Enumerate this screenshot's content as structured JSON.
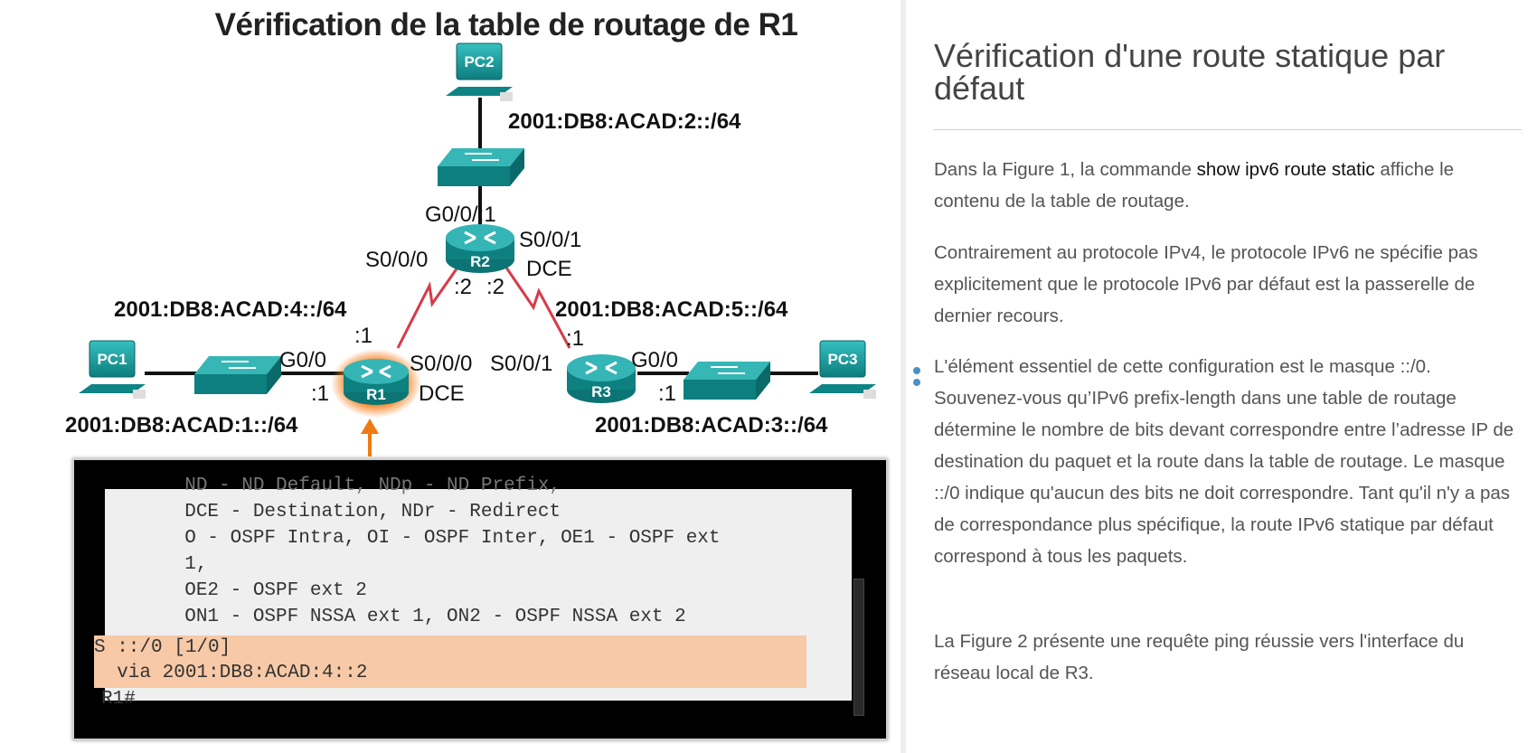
{
  "figure": {
    "title": "Vérification de la table de routage de R1",
    "devices": {
      "pc1": "PC1",
      "pc2": "PC2",
      "pc3": "PC3",
      "r1": "R1",
      "r2": "R2",
      "r3": "R3"
    },
    "labels": {
      "net_pc2": "2001:DB8:ACAD:2::/64",
      "r2_g0": "G0/0/:1",
      "r2_s001": "S0/0/1",
      "r2_dce": "DCE",
      "r2_s000": "S0/0/0",
      "r2_left_addr": ":2",
      "r2_right_addr": ":2",
      "net_left_link": "2001:DB8:ACAD:4::/64",
      "net_right_link": "2001:DB8:ACAD:5::/64",
      "r1_link_addr": ":1",
      "r3_link_addr": ":1",
      "r1_g0": "G0/0",
      "r1_g0_addr": ":1",
      "r1_s000": "S0/0/0",
      "r1_dce": "DCE",
      "r3_s001": "S0/0/1",
      "r3_g0": "G0/0",
      "r3_g0_addr": ":1",
      "net_pc1": "2001:DB8:ACAD:1::/64",
      "net_pc3": "2001:DB8:ACAD:3::/64"
    },
    "terminal": {
      "lines": [
        "       ND - ND Default, NDp - ND Prefix,",
        "       DCE - Destination, NDr - Redirect",
        "       O - OSPF Intra, OI - OSPF Inter, OE1 - OSPF ext",
        "       1,",
        "       OE2 - OSPF ext 2",
        "       ON1 - OSPF NSSA ext 1, ON2 - OSPF NSSA ext 2"
      ],
      "highlight_lines": [
        "S ::/0 [1/0]",
        "  via 2001:DB8:ACAD:4::2"
      ],
      "prompt": "R1#"
    }
  },
  "panel": {
    "title": "Vérification d'une route statique par défaut",
    "p1_before": "Dans la Figure 1, la commande ",
    "p1_cmd": "show ipv6 route static",
    "p1_after": " affiche le contenu de la table de routage.",
    "p2": "Contrairement au protocole IPv4, le protocole IPv6 ne spécifie pas explicitement que le protocole IPv6 par défaut est la passerelle de dernier recours.",
    "p3": "L'élément essentiel de cette configuration est le masque ::/0. Souvenez-vous qu’IPv6 prefix-length dans une table de routage détermine le nombre de bits devant correspondre entre l’adresse IP de destination du paquet et la route dans la table de routage. Le masque ::/0 indique qu'aucun des bits ne doit correspondre. Tant qu'il n'y a pas de correspondance plus spécifique, la route IPv6 statique par défaut correspond à tous les paquets.",
    "p4": "La Figure 2 présente une requête ping réussie vers l'interface du réseau local de R3."
  },
  "colors": {
    "teal": "#1a9a9a",
    "highlight": "#f7c9a6",
    "link": "#d83a4a",
    "orange": "#f07a12"
  },
  "icons": {
    "pc": "computer-icon",
    "switch": "switch-icon",
    "router": "router-icon",
    "arrow": "arrow-up-icon"
  }
}
